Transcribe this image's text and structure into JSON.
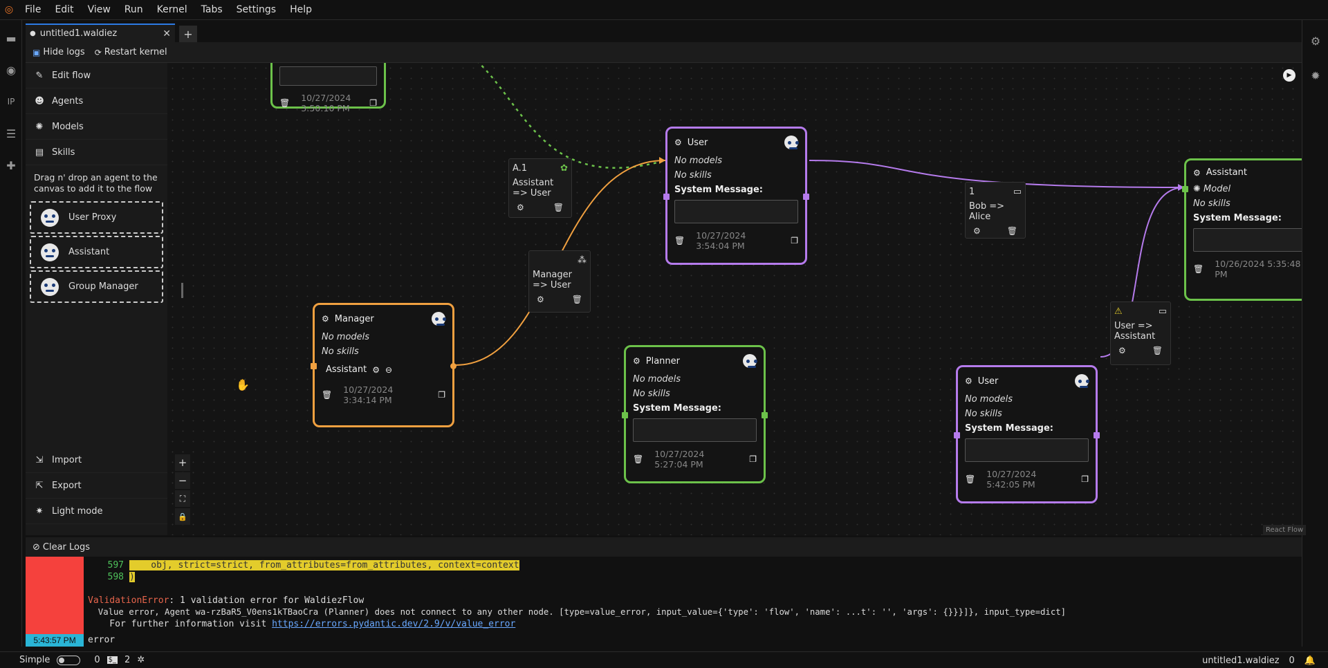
{
  "menu": [
    "File",
    "Edit",
    "View",
    "Run",
    "Kernel",
    "Tabs",
    "Settings",
    "Help"
  ],
  "tab": {
    "label": "untitled1.waldiez",
    "close": "✕",
    "add": "+"
  },
  "toolbar": {
    "hide_logs": "Hide logs",
    "restart_kernel": "Restart kernel"
  },
  "sidebar": {
    "items": [
      {
        "label": "Edit flow",
        "icon": "edit-icon"
      },
      {
        "label": "Agents",
        "icon": "robot-icon"
      },
      {
        "label": "Models",
        "icon": "model-icon"
      },
      {
        "label": "Skills",
        "icon": "terminal-icon"
      }
    ],
    "help_text": "Drag n' drop an agent to the canvas to add it to the flow",
    "agents": [
      "User Proxy",
      "Assistant",
      "Group Manager"
    ],
    "bottom": [
      {
        "label": "Import",
        "icon": "import-icon"
      },
      {
        "label": "Export",
        "icon": "export-icon"
      },
      {
        "label": "Light mode",
        "icon": "sun-icon"
      }
    ]
  },
  "nodes": {
    "top_left": {
      "date": "10/27/2024 3:50:10 PM"
    },
    "user_top": {
      "title": "User",
      "models": "No models",
      "skills": "No skills",
      "system_message": "System Message:",
      "date": "10/27/2024 3:54:04 PM"
    },
    "assistant": {
      "title": "Assistant",
      "models": "Model",
      "skills": "No skills",
      "system_message": "System Message:",
      "date": "10/26/2024 5:35:48 PM"
    },
    "manager": {
      "title": "Manager",
      "models": "No models",
      "skills": "No skills",
      "member": "Assistant",
      "date": "10/27/2024 3:34:14 PM"
    },
    "planner": {
      "title": "Planner",
      "models": "No models",
      "skills": "No skills",
      "system_message": "System Message:",
      "date": "10/27/2024 5:27:04 PM"
    },
    "user_bottom": {
      "title": "User",
      "models": "No models",
      "skills": "No skills",
      "system_message": "System Message:",
      "date": "10/27/2024 5:42:05 PM"
    }
  },
  "edges": {
    "a1": {
      "id": "A.1",
      "label": "Assistant => User"
    },
    "manager_user": {
      "label": "Manager => User"
    },
    "bob_alice": {
      "id": "1",
      "label": "Bob => Alice"
    },
    "user_assistant": {
      "label": "User => Assistant"
    }
  },
  "canvas": {
    "attribution": "React Flow"
  },
  "logs": {
    "clear": "Clear Logs",
    "time": "5:43:57 PM",
    "line1_num": "597",
    "line1_code": "    obj, strict=strict, from_attributes=from_attributes, context=context",
    "line2_num": "598",
    "line2_code": ")",
    "error_name": "ValidationError",
    "error_msg": ": 1 validation error for WaldiezFlow",
    "detail": "  Value error, Agent wa-rzBaR5_V0ens1kTBaoCra (Planner) does not connect to any other node. [type=value_error, input_value={'type': 'flow', 'name': ...t': '', 'args': {}}}]}, input_type=dict]",
    "info_prefix": "    For further information visit ",
    "info_link": "https://errors.pydantic.dev/2.9/v/value_error",
    "status": "error"
  },
  "status": {
    "mode": "Simple",
    "count1": "0",
    "count2": "2",
    "filename": "untitled1.waldiez",
    "count3": "0"
  },
  "colors": {
    "green": "#6cc24a",
    "purple": "#b57bec",
    "orange": "#f0a040",
    "error": "#f5413d",
    "time": "#2ab5d6"
  }
}
